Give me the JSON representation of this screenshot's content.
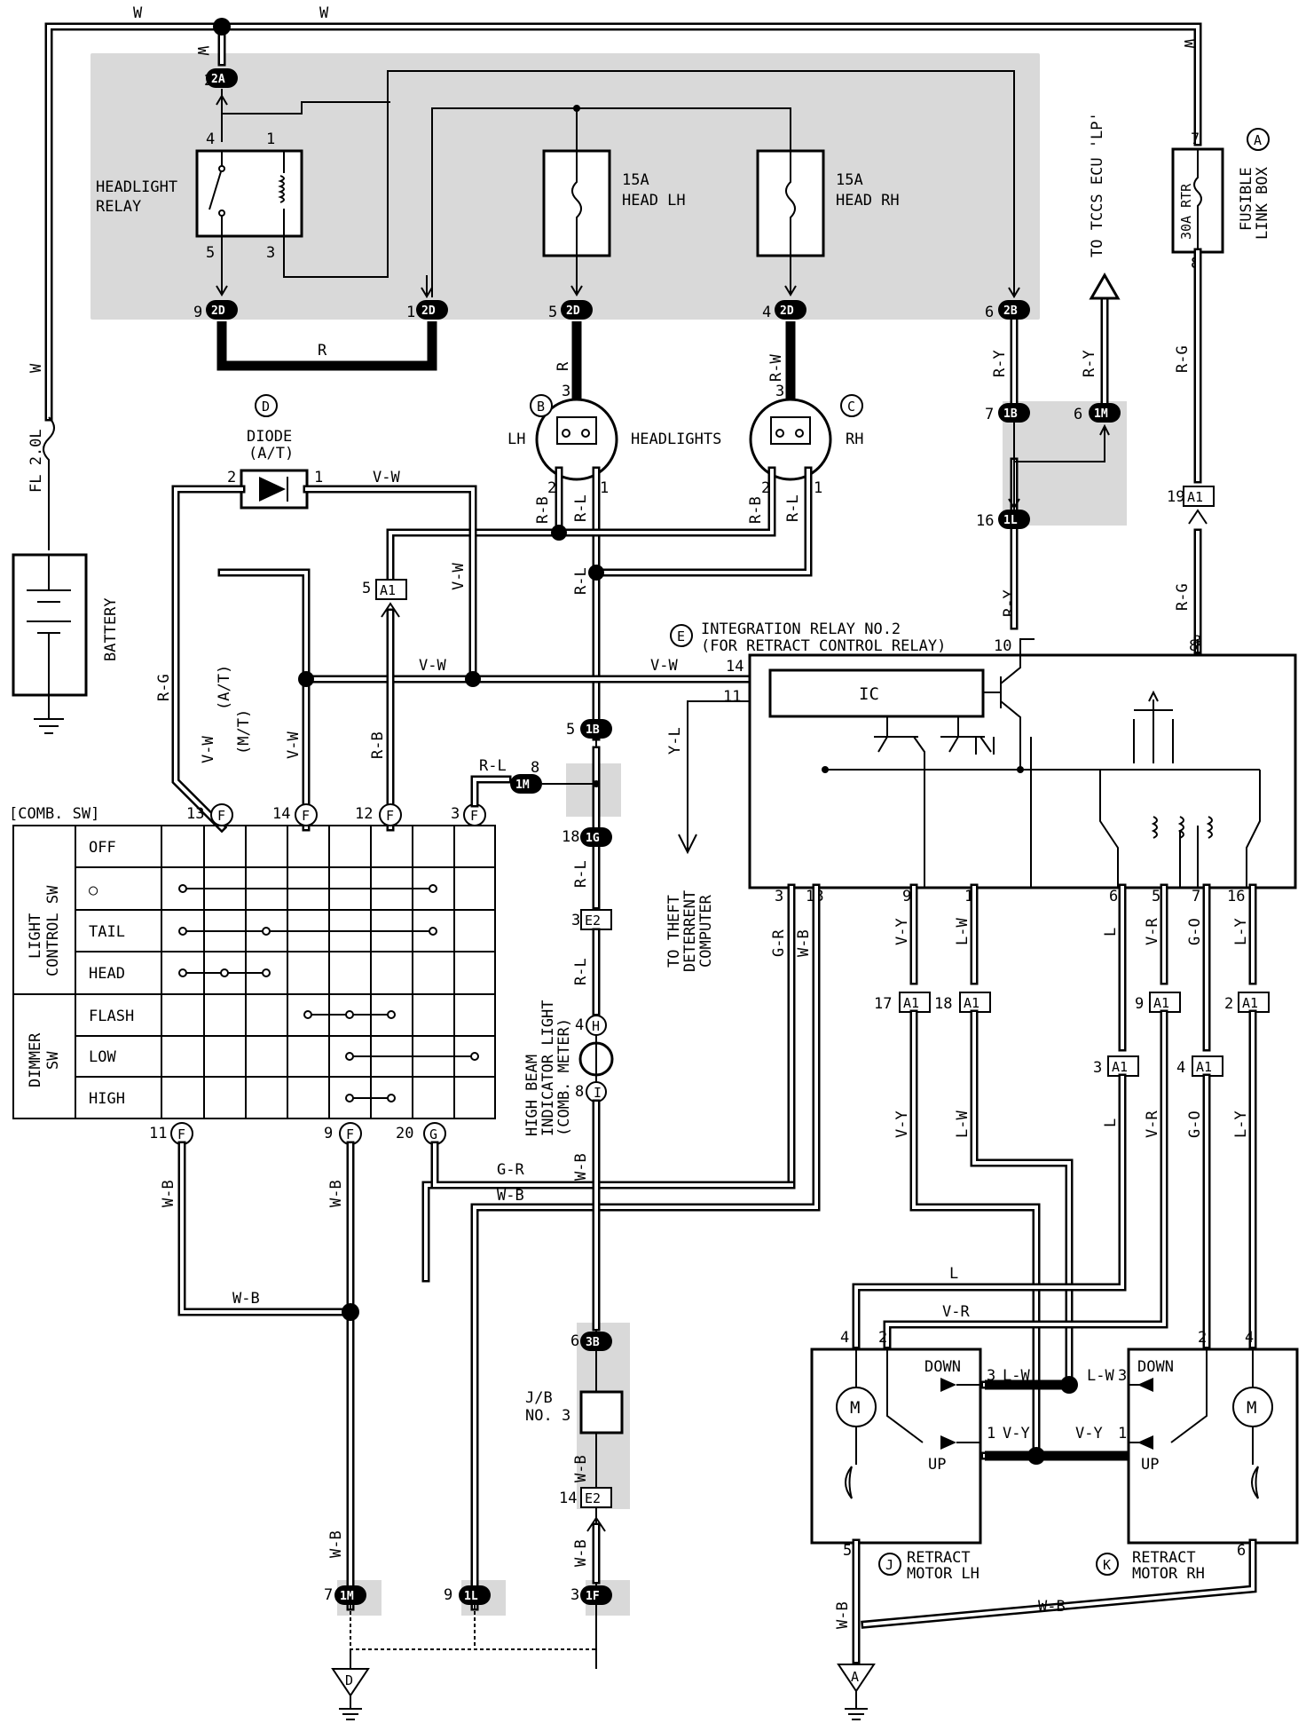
{
  "wire_colors": {
    "W": "W",
    "R": "R",
    "RW": "R-W",
    "RB": "R-B",
    "RL": "R-L",
    "RY": "R-Y",
    "RG": "R-G",
    "VW": "V-W",
    "VY": "V-Y",
    "VR": "V-R",
    "LW": "L-W",
    "LY": "L-Y",
    "L": "L",
    "GR": "G-R",
    "GO": "G-O",
    "WB": "W-B",
    "YL": "Y-L"
  },
  "labels": {
    "headlight_relay": [
      "HEADLIGHT",
      "RELAY"
    ],
    "fuse_lh": [
      "15A",
      "HEAD LH"
    ],
    "fuse_rh": [
      "15A",
      "HEAD RH"
    ],
    "to_tccs": "TO TCCS ECU 'LP'",
    "fusible_link_box": [
      "FUSIBLE",
      "LINK BOX"
    ],
    "rtr_fuse": "30A RTR",
    "fl": "FL 2.0L",
    "battery": "BATTERY",
    "diode": [
      "DIODE",
      "(A/T)"
    ],
    "headlights": "HEADLIGHTS",
    "lh": "LH",
    "rh": "RH",
    "integration_relay": [
      "INTEGRATION RELAY NO.2",
      "(FOR RETRACT CONTROL RELAY)"
    ],
    "ic": "IC",
    "at": "(A/T)",
    "mt": "(M/T)",
    "theft": [
      "TO THEFT",
      "DETERRENT",
      "COMPUTER"
    ],
    "high_beam": [
      "HIGH BEAM",
      "INDICATOR LIGHT",
      "(COMB. METER)"
    ],
    "jb3": [
      "J/B",
      "NO. 3"
    ],
    "comb_sw": "[COMB. SW]",
    "light_control_sw": [
      "LIGHT",
      "CONTROL SW"
    ],
    "dimmer_sw": [
      "DIMMER",
      "SW"
    ],
    "down": "DOWN",
    "up": "UP",
    "motor": "M",
    "retract_lh": [
      "RETRACT",
      "MOTOR LH"
    ],
    "retract_rh": [
      "RETRACT",
      "MOTOR RH"
    ]
  },
  "component_letters": {
    "A": "A",
    "B": "B",
    "C": "C",
    "D": "D",
    "E": "E",
    "J": "J",
    "K": "K",
    "H": "H",
    "I": "I",
    "F": "F",
    "G": "G"
  },
  "connectors": {
    "c2A": "2A",
    "c2D": "2D",
    "c2B": "2B",
    "c1B": "1B",
    "c1M": "1M",
    "c1L": "1L",
    "c1G": "1G",
    "cE2": "E2",
    "cA1": "A1",
    "c3B": "3B",
    "c1F": "1F"
  },
  "pins": {
    "p1": "1",
    "p2": "2",
    "p3": "3",
    "p4": "4",
    "p5": "5",
    "p6": "6",
    "p7": "7",
    "p8": "8",
    "p9": "9",
    "p10": "10",
    "p11": "11",
    "p12": "12",
    "p13": "13",
    "p14": "14",
    "p16": "16",
    "p17": "17",
    "p18": "18",
    "p19": "19",
    "p20": "20"
  },
  "switch_table": {
    "rows": [
      "OFF",
      "○",
      "TAIL",
      "HEAD",
      "FLASH",
      "LOW",
      "HIGH"
    ]
  }
}
